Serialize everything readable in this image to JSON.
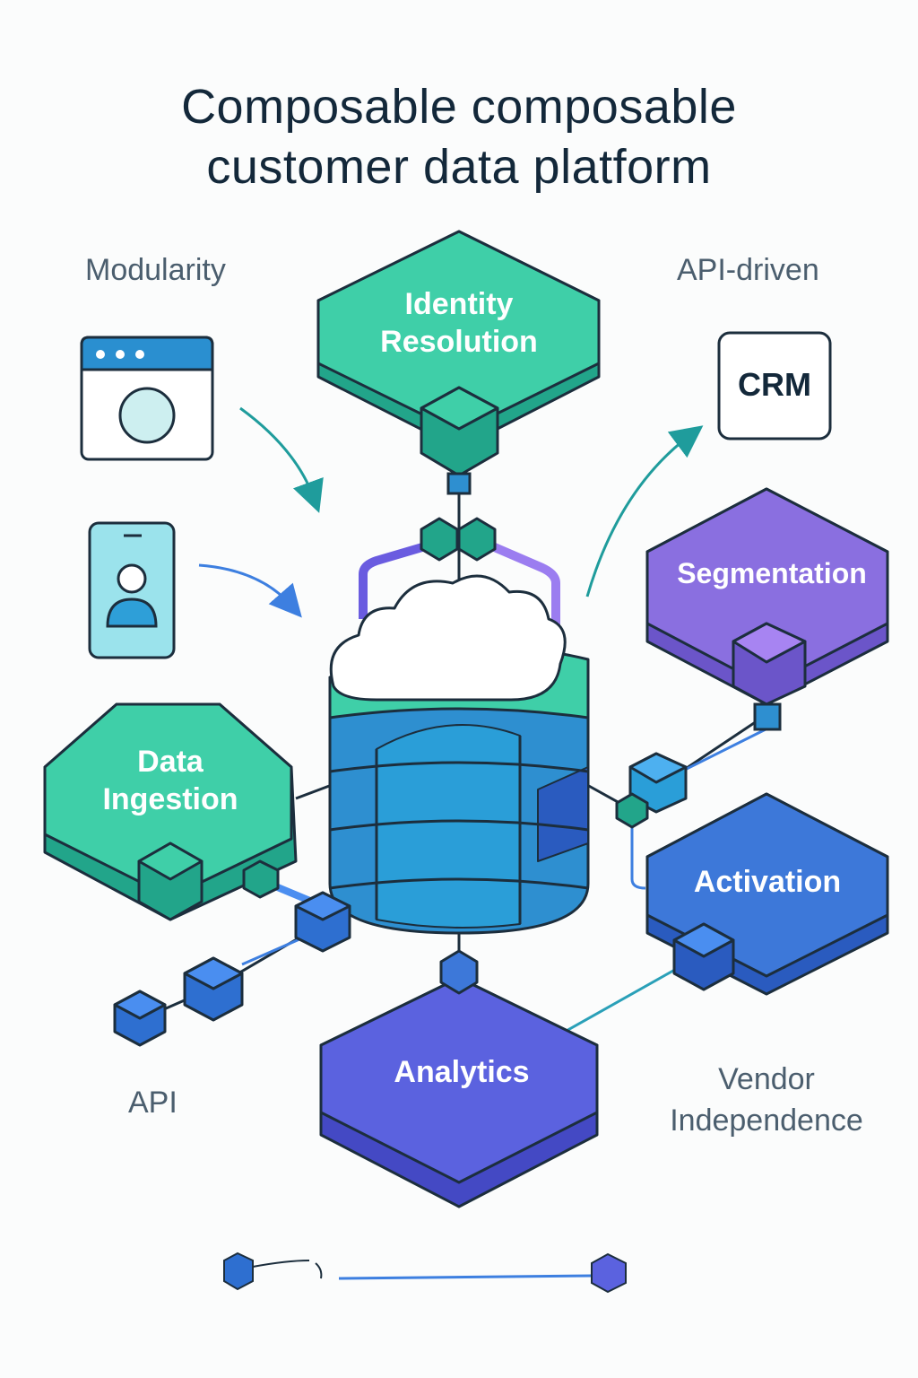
{
  "title": {
    "line1": "Composable composable",
    "line2": "customer data platform"
  },
  "labels": {
    "modularity": "Modularity",
    "api_driven": "API-driven",
    "api": "API",
    "vendor_line1": "Vendor",
    "vendor_line2": "Independence",
    "crm": "CRM"
  },
  "nodes": {
    "identity": {
      "line1": "Identity",
      "line2": "Resolution"
    },
    "segmentation": {
      "line1": "Segmentation"
    },
    "data_ingestion": {
      "line1": "Data",
      "line2": "Ingestion"
    },
    "activation": {
      "line1": "Activation"
    },
    "analytics": {
      "line1": "Analytics"
    }
  },
  "colors": {
    "teal": "#3fcfa8",
    "teal_dark": "#22a58a",
    "purple": "#8a6fe0",
    "purple_dark": "#6b55c9",
    "blue": "#3d78d9",
    "blue_dark": "#2a5bbf",
    "indigo": "#5b62df",
    "indigo_dark": "#4449c4",
    "outline": "#1c2e3d"
  }
}
